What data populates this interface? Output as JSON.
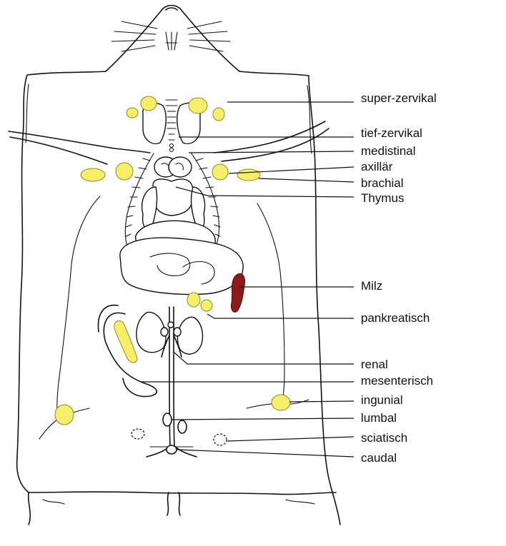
{
  "colors": {
    "lymph_node": "#f7ef6a",
    "lymph_node_outline": "#8a8a2a",
    "spleen": "#8b1a1a",
    "ink": "#111111"
  },
  "labels": {
    "super_zervikal": "super-zervikal",
    "tief_zervikal": "tief-zervikal",
    "medistinal": "medistinal",
    "axillaer": "axillär",
    "brachial": "brachial",
    "thymus": "Thymus",
    "milz": "Milz",
    "pankreatisch": "pankreatisch",
    "renal": "renal",
    "mesenterisch": "mesenterisch",
    "ingunial": "ingunial",
    "lumbal": "lumbal",
    "sciatisch": "sciatisch",
    "caudal": "caudal"
  }
}
